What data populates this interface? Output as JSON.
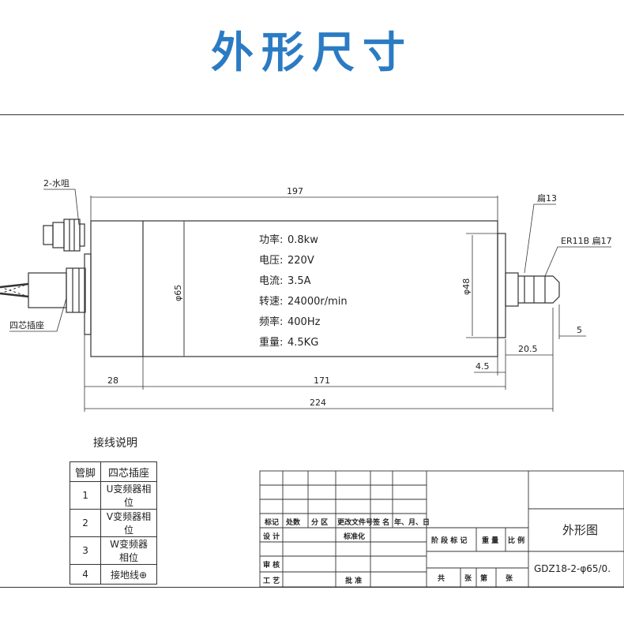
{
  "title": "外形尺寸",
  "drawing": {
    "labels": {
      "water_nozzle": "2-水咀",
      "connector": "四芯插座",
      "flat13": "扁13",
      "collet": "ER11B 扁17"
    },
    "dims": {
      "d197": "197",
      "phi65": "φ65",
      "phi48": "φ48",
      "d28": "28",
      "d171": "171",
      "d224": "224",
      "d20_5": "20.5",
      "d4_5": "4.5",
      "d5": "5"
    },
    "specs": [
      {
        "label": "功率:",
        "value": "0.8kw"
      },
      {
        "label": "电压:",
        "value": "220V"
      },
      {
        "label": "电流:",
        "value": "3.5A"
      },
      {
        "label": "转速:",
        "value": "24000r/min"
      },
      {
        "label": "频率:",
        "value": "400Hz"
      },
      {
        "label": "重量:",
        "value": "4.5KG"
      }
    ]
  },
  "wiring": {
    "title": "接线说明",
    "headers": [
      "管脚",
      "四芯插座"
    ],
    "rows": [
      {
        "pin": "1",
        "desc": "U变频器相位"
      },
      {
        "pin": "2",
        "desc": "V变频器相位"
      },
      {
        "pin": "3",
        "desc": "W变频器相位"
      },
      {
        "pin": "4",
        "desc": "接地线⊕"
      }
    ]
  },
  "title_block": {
    "row_labels": [
      "标记",
      "处数",
      "分 区",
      "更改文件号",
      "签 名",
      "年、月、日"
    ],
    "design": "设 计",
    "standard": "标准化",
    "review": "审 核",
    "process": "工 艺",
    "approve": "批 准",
    "stage_cols": [
      "阶 段 标 记",
      "重 量",
      "比 例"
    ],
    "sheets": [
      "共",
      "张",
      "第",
      "张"
    ],
    "drawing_name": "外形图",
    "drawing_number": "GDZ18-2-φ65/0."
  }
}
